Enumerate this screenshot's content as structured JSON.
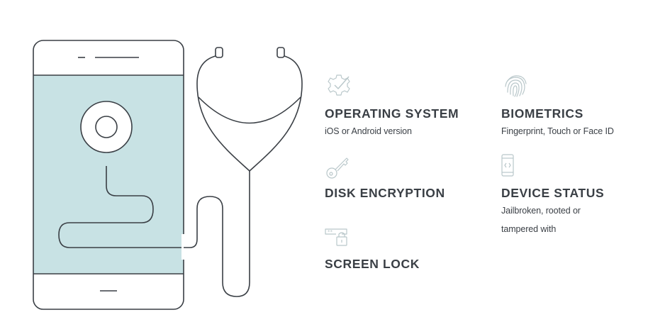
{
  "features": [
    {
      "id": "operating-system",
      "icon": "gear-check-icon",
      "title": "OPERATING SYSTEM",
      "description": "iOS or Android version"
    },
    {
      "id": "biometrics",
      "icon": "fingerprint-icon",
      "title": "BIOMETRICS",
      "description": "Fingerprint, Touch or Face ID"
    },
    {
      "id": "disk-encryption",
      "icon": "key-icon",
      "title": "DISK ENCRYPTION",
      "description": ""
    },
    {
      "id": "device-status",
      "icon": "phone-code-icon",
      "title": "DEVICE STATUS",
      "description": "Jailbroken, rooted or tampered with"
    },
    {
      "id": "screen-lock",
      "icon": "password-lock-icon",
      "title": "SCREEN LOCK",
      "description": ""
    }
  ],
  "colors": {
    "line": "#3a3f45",
    "screen": "#c8e2e4",
    "icon": "#b9c7ca",
    "text": "#3a3f45"
  }
}
